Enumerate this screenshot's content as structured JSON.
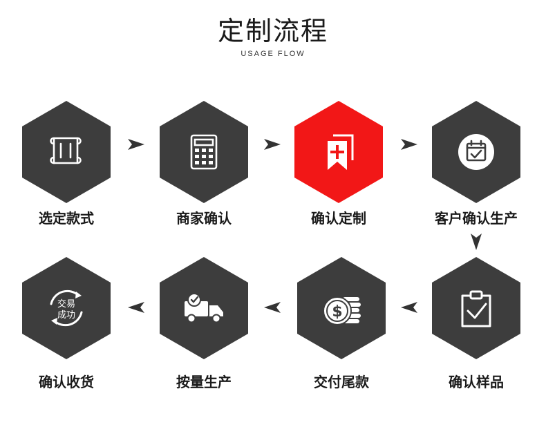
{
  "header": {
    "title": "定制流程",
    "subtitle": "USAGE FLOW"
  },
  "steps": [
    {
      "label": "选定款式",
      "icon": "scroll-map-icon"
    },
    {
      "label": "商家确认",
      "icon": "calculator-icon"
    },
    {
      "label": "确认定制",
      "icon": "bookmark-plus-icon"
    },
    {
      "label": "客户确认生产",
      "icon": "calendar-check-icon"
    },
    {
      "label": "确认样品",
      "icon": "clipboard-check-icon"
    },
    {
      "label": "交付尾款",
      "icon": "coin-stack-icon"
    },
    {
      "label": "按量生产",
      "icon": "delivery-truck-icon"
    },
    {
      "label": "确认收货",
      "icon": "deal-success-icon",
      "badge_line1": "交易",
      "badge_line2": "成功"
    }
  ],
  "colors": {
    "hex_dark": "#3d3d3d",
    "hex_accent": "#f21717",
    "arrow": "#333333"
  }
}
